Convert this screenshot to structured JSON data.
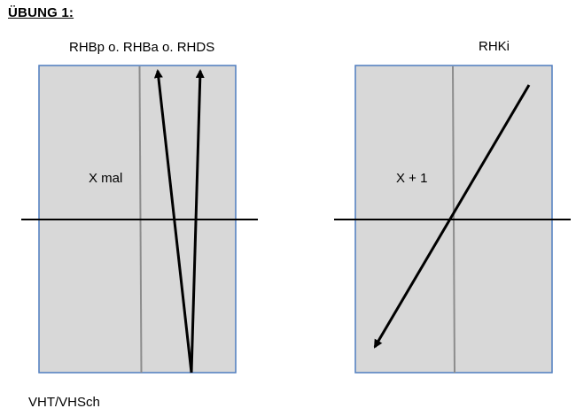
{
  "page": {
    "title": "ÜBUNG 1:"
  },
  "left_panel": {
    "top_label": "RHBp o. RHBa o. RHDS",
    "inner_label": "X mal",
    "bottom_label": "VHT/VHSch"
  },
  "right_panel": {
    "top_label": "RHKi",
    "inner_label": "X + 1"
  },
  "colors": {
    "panel_fill": "#d8d8d8",
    "panel_border": "#4f7dbf",
    "center_line": "#8c8c8c",
    "ink": "#000000"
  }
}
